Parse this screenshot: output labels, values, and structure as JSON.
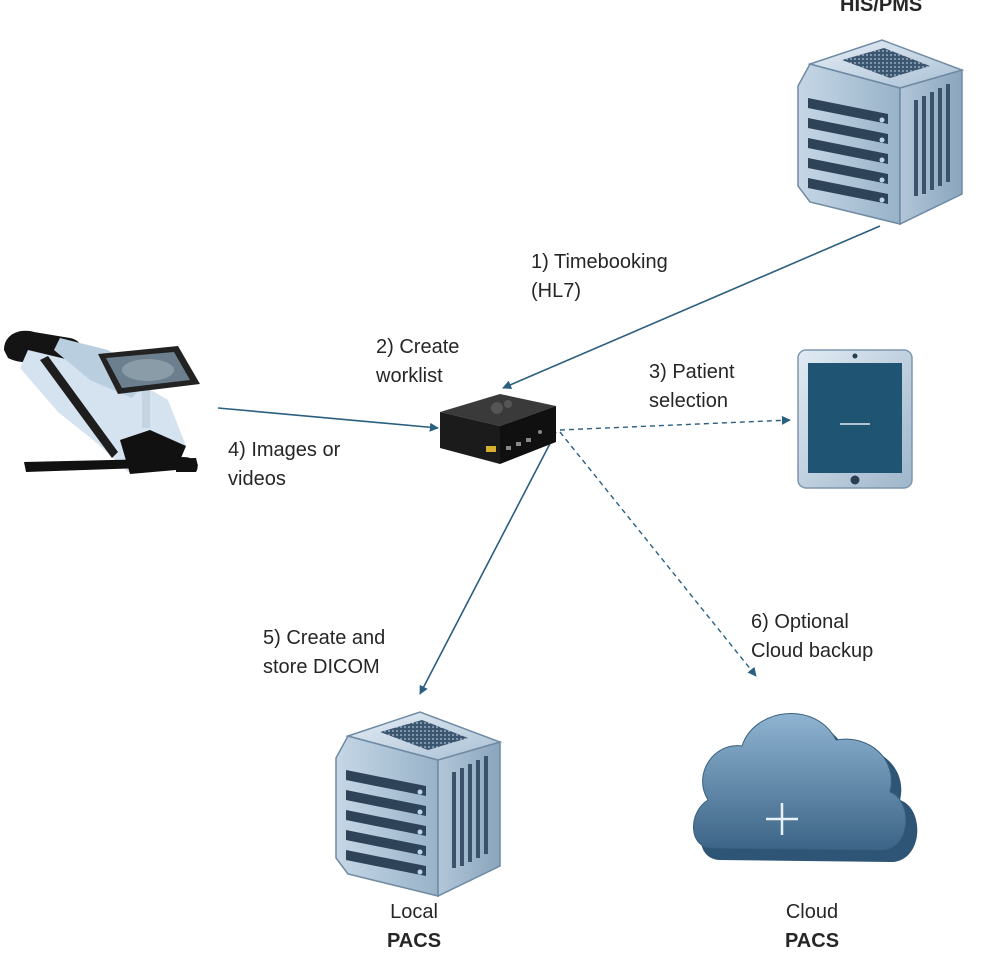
{
  "nodes": {
    "his": {
      "name": "HIS/PMS",
      "icon": "server-icon"
    },
    "gateway": {
      "icon": "mini-computer-icon"
    },
    "tablet": {
      "icon": "tablet-icon"
    },
    "microscope": {
      "icon": "dental-microscope-icon"
    },
    "local_pacs": {
      "line1": "Local",
      "line2": "PACS",
      "icon": "server-icon"
    },
    "cloud_pacs": {
      "line1": "Cloud",
      "line2": "PACS",
      "icon": "cloud-icon"
    }
  },
  "steps": {
    "s1": {
      "line1": "1) Timebooking",
      "line2": "(HL7)"
    },
    "s2": {
      "line1": "2) Create",
      "line2": "worklist"
    },
    "s3": {
      "line1": "3) Patient",
      "line2": "selection"
    },
    "s4": {
      "line1": "4) Images or",
      "line2": "videos"
    },
    "s5": {
      "line1": "5) Create and",
      "line2": "store DICOM"
    },
    "s6": {
      "line1": "6) Optional",
      "line2": "Cloud backup"
    }
  },
  "colors": {
    "arrow": "#2b5f80",
    "server_light": "#c3d5e4",
    "server_dark": "#324a62",
    "tablet_screen": "#1f5573",
    "cloud": "#5f8fb5"
  }
}
